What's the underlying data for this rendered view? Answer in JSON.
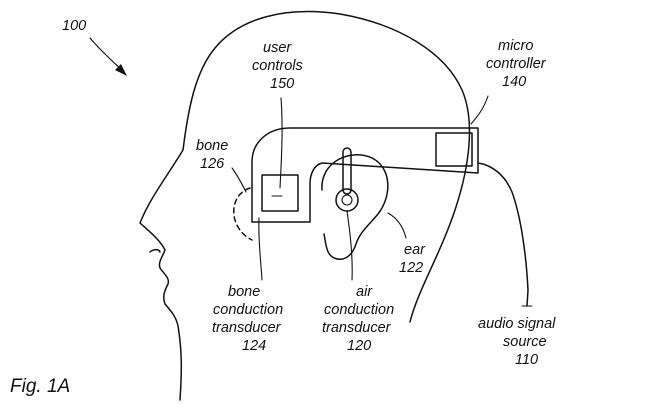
{
  "figure": {
    "number_label": "100",
    "caption": "Fig. 1A"
  },
  "labels": {
    "user_controls": {
      "line1": "user",
      "line2": "controls",
      "num": "150"
    },
    "micro_controller": {
      "line1": "micro",
      "line2": "controller",
      "num": "140"
    },
    "bone": {
      "line1": "bone",
      "num": "126"
    },
    "ear": {
      "line1": "ear",
      "num": "122"
    },
    "bone_conduction_transducer": {
      "line1": "bone",
      "line2": "conduction",
      "line3": "transducer",
      "num": "124"
    },
    "air_conduction_transducer": {
      "line1": "air",
      "line2": "conduction",
      "line3": "transducer",
      "num": "120"
    },
    "audio_signal_source": {
      "line1": "audio signal",
      "line2": "source",
      "num": "110"
    }
  }
}
